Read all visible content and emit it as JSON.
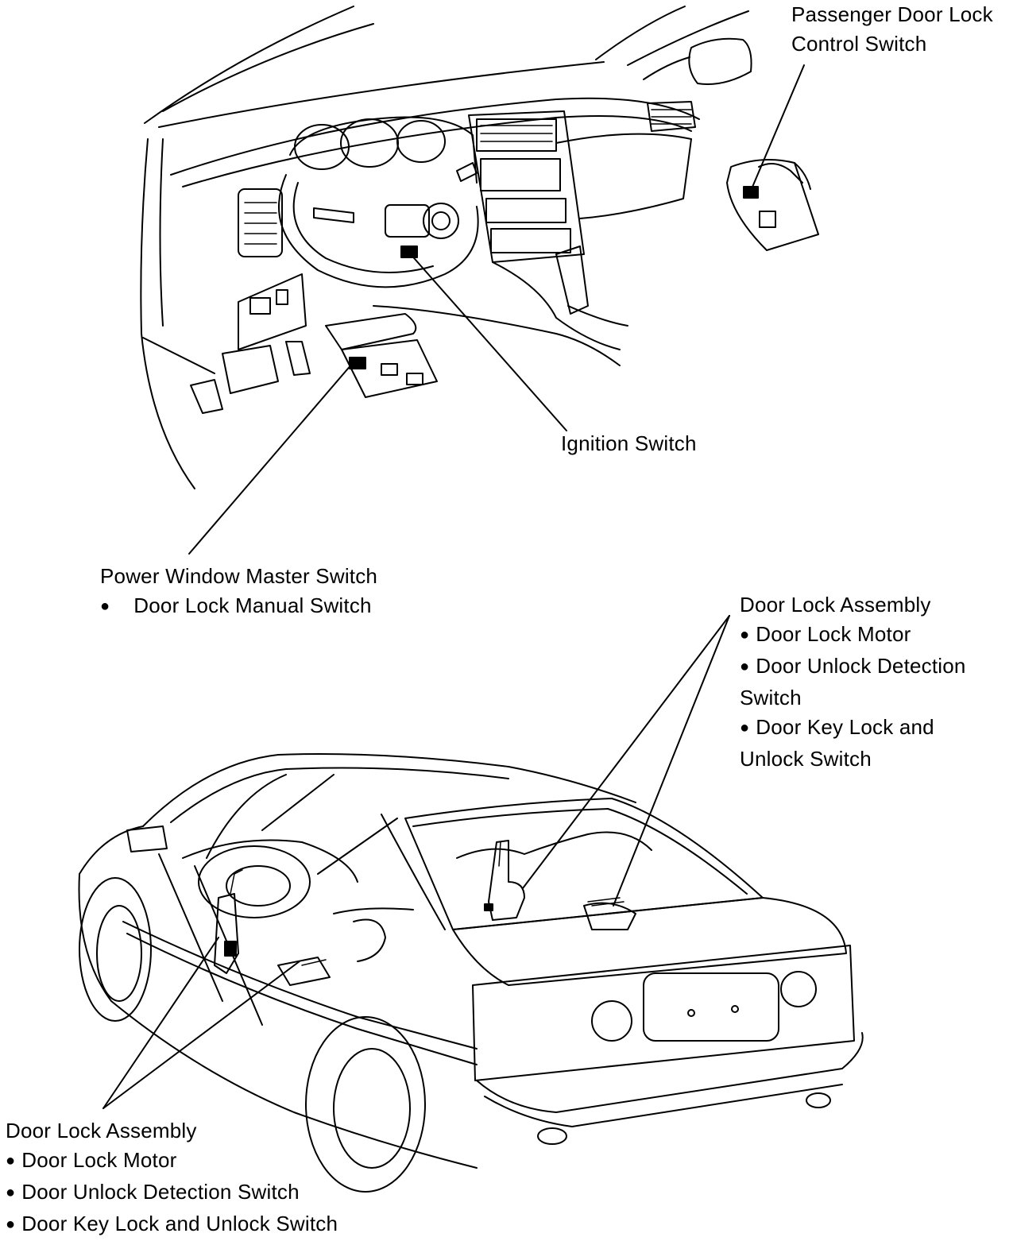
{
  "labels": {
    "passenger_switch": {
      "line1": "Passenger Door Lock",
      "line2": "Control Switch"
    },
    "ignition_switch": "Ignition Switch",
    "power_window": {
      "title": "Power Window Master Switch",
      "item": "Door Lock Manual Switch"
    },
    "door_lock_right": {
      "title": "Door Lock Assembly",
      "item1": "Door Lock Motor",
      "item2a": "Door Unlock Detection",
      "item2b": "Switch",
      "item3a": "Door Key Lock and",
      "item3b": "Unlock Switch"
    },
    "door_lock_left": {
      "title": "Door Lock Assembly",
      "item1": "Door Lock Motor",
      "item2": "Door Unlock Detection Switch",
      "item3": "Door Key Lock and Unlock Switch"
    }
  },
  "colors": {
    "ink": "#000000",
    "paper": "#ffffff"
  }
}
